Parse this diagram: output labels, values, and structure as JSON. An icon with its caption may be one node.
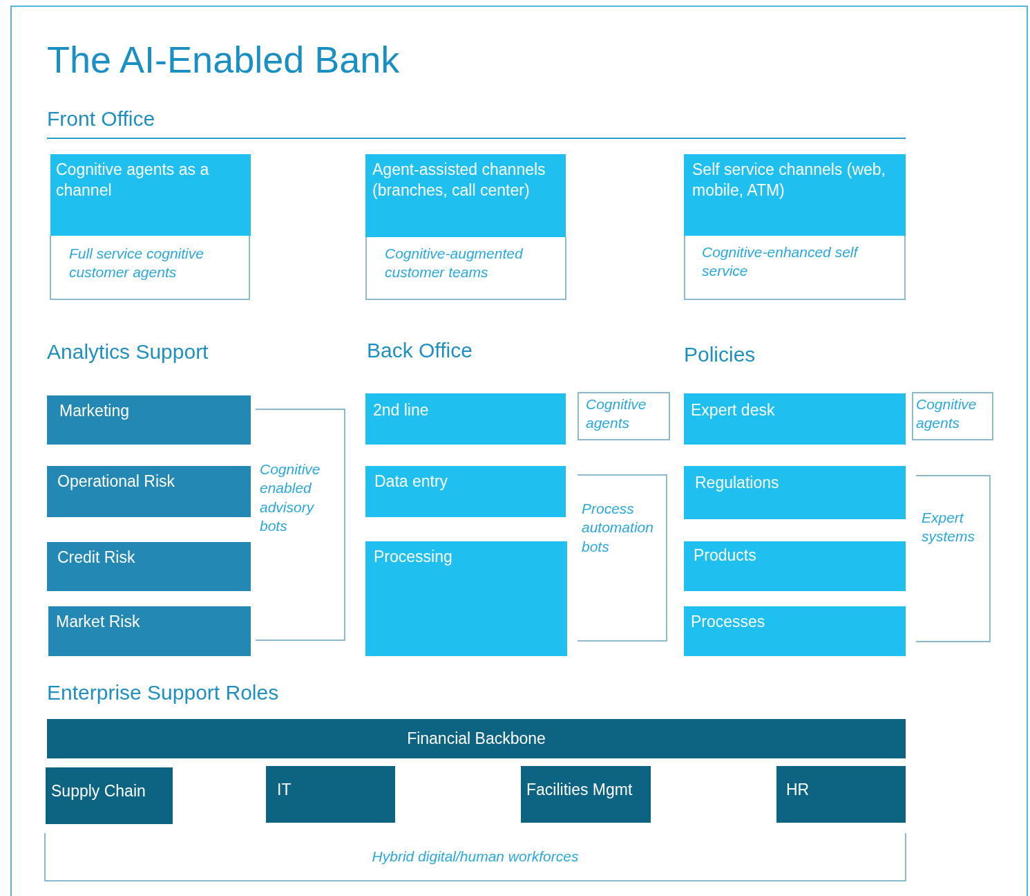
{
  "diagram": {
    "title": "The AI-Enabled Bank",
    "nodes": [
      {
        "text": [
          "Cognitive agents as a channel"
        ]
      },
      {
        "text": [
          "Full service cognitive customer agents"
        ]
      },
      {
        "text": [
          "Agent-assisted channels (branches, call center)"
        ]
      },
      {
        "text": [
          "Cognitive-augmented customer teams"
        ]
      },
      {
        "text": [
          "Self service channels (web, mobile, ATM)"
        ]
      },
      {
        "text": [
          "Cognitive-enhanced self service"
        ]
      },
      {
        "text": [
          "Marketing"
        ]
      },
      {
        "text": [
          "Operational Risk"
        ]
      },
      {
        "text": [
          "Credit Risk"
        ]
      },
      {
        "text": [
          "Market Risk"
        ]
      },
      {
        "text": [
          "Cognitive enabled advisory bots"
        ]
      },
      {
        "text": [
          "2nd line"
        ]
      },
      {
        "text": [
          "Cognitive agents"
        ]
      },
      {
        "text": [
          "Data entry"
        ]
      },
      {
        "text": [
          "Processing"
        ]
      },
      {
        "text": [
          "Process automation bots"
        ]
      },
      {
        "text": [
          "Expert desk"
        ]
      },
      {
        "text": [
          "Cognitive agents"
        ]
      },
      {
        "text": [
          "Regulations"
        ]
      },
      {
        "text": [
          "Products"
        ]
      },
      {
        "text": [
          "Processes"
        ]
      },
      {
        "text": [
          "Expert systems"
        ]
      },
      {
        "text": [
          "Financial Backbone"
        ]
      },
      {
        "text": [
          "Supply Chain"
        ]
      },
      {
        "text": [
          "IT"
        ]
      },
      {
        "text": [
          "Facilities Mgmt"
        ]
      },
      {
        "text": [
          "HR"
        ]
      },
      {
        "text": [
          "Hybrid digital/human workforces"
        ]
      }
    ],
    "labels": [
      "Front Office",
      "Analytics Support",
      "Back Office",
      "Policies",
      "Enterprise Support Roles"
    ]
  }
}
